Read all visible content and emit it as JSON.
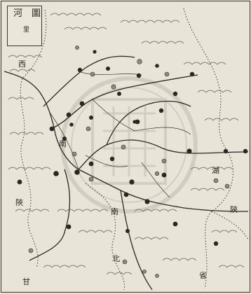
{
  "title": "河 圖",
  "subtitle": "里",
  "labels": {
    "north_west": "西",
    "west_region": "陝",
    "east_region": "陝",
    "south_region": "南",
    "bottom_left": "甘",
    "mid_left": "南",
    "mid_right": "湖",
    "lower_right": "省",
    "lower_mid": "北"
  },
  "colors": {
    "ink": "#2b2723",
    "paper": "#e9e4d8",
    "seal": "#b8b3ab"
  }
}
